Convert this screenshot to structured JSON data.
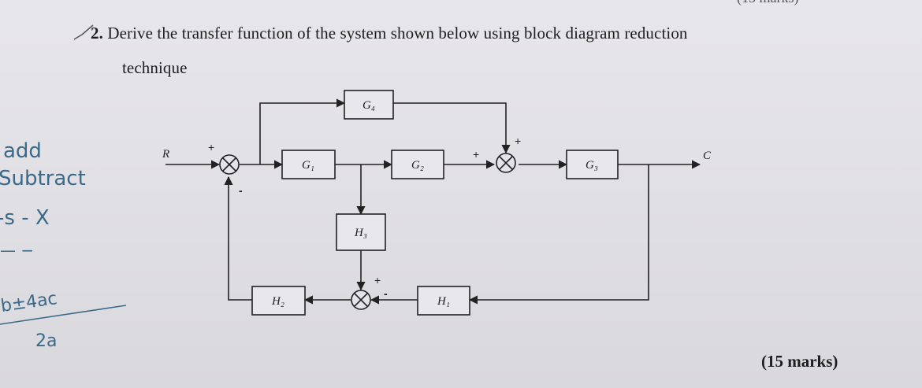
{
  "header_fragment": "(15 marks)",
  "question": {
    "number": "2.",
    "line1": "Derive the transfer function of the system shown below using block diagram reduction",
    "line2": "technique"
  },
  "marks": "(15 marks)",
  "diagram": {
    "input": "R",
    "output": "C",
    "blocks": {
      "G1": "G₁",
      "G2": "G₂",
      "G3": "G₃",
      "G4": "G₄",
      "H1": "H₁",
      "H2": "H₂",
      "H3": "H₃"
    },
    "signs": {
      "s1_plus": "+",
      "s1_minus": "-",
      "s2_plus_left": "+",
      "s2_plus_top": "+",
      "s3_plus": "+",
      "s3_minus": "-"
    }
  },
  "handwriting": {
    "line1": "add",
    "line2": "Subtract",
    "line3": "-s - X",
    "line4": "—  −",
    "line5": "b±4ac",
    "line6": "2a"
  }
}
